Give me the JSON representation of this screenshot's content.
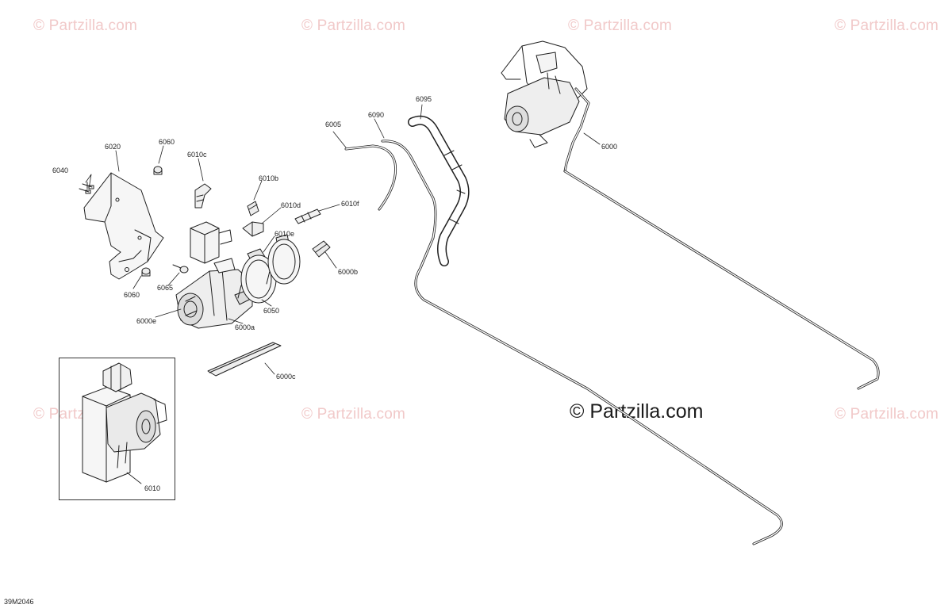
{
  "watermarks": {
    "text": "© Partzilla.com",
    "main_text": "© Partzilla.com"
  },
  "diagram_id": "39M2046",
  "callouts": {
    "c6040": "6040",
    "c6020": "6020",
    "c6060_top": "6060",
    "c6010c": "6010c",
    "c6010b": "6010b",
    "c6010d": "6010d",
    "c6010f": "6010f",
    "c6010e": "6010e",
    "c6000b": "6000b",
    "c6060_bottom": "6060",
    "c6065": "6065",
    "c6000e": "6000e",
    "c6000a": "6000a",
    "c6050": "6050",
    "c6000c": "6000c",
    "c6005": "6005",
    "c6090": "6090",
    "c6095": "6095",
    "c6000": "6000",
    "c6010_inset": "6010"
  },
  "colors": {
    "line": "#1f1f1f",
    "fill_light": "#e9e9e9",
    "watermark": "#f1c9c9"
  }
}
